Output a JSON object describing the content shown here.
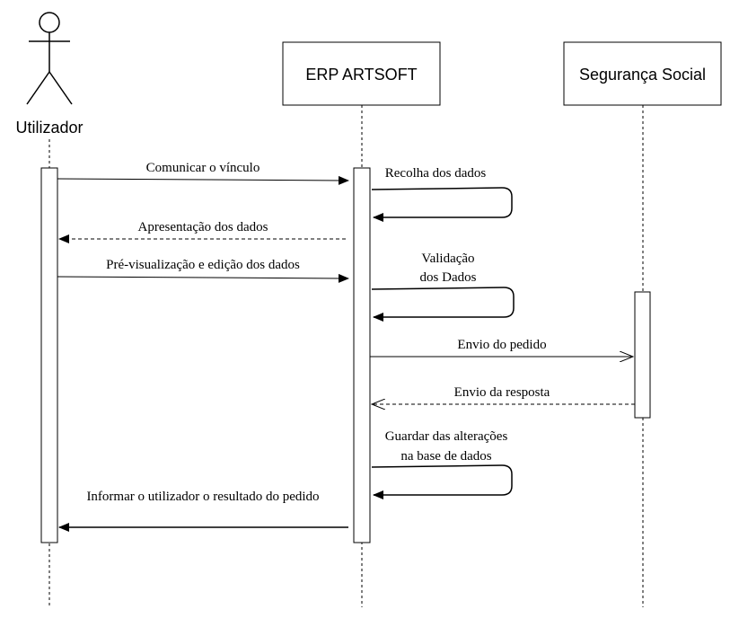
{
  "actor": {
    "name": "Utilizador"
  },
  "participants": {
    "erp": {
      "name": "ERP ARTSOFT"
    },
    "social": {
      "name": "Segurança Social"
    }
  },
  "messages": [
    {
      "id": "m1",
      "lines": [
        "Comunicar o vínculo"
      ],
      "from": "actor",
      "to": "erp",
      "style": "sync"
    },
    {
      "id": "m2",
      "lines": [
        "Recolha dos dados"
      ],
      "from": "erp",
      "to": "erp",
      "style": "self"
    },
    {
      "id": "m3",
      "lines": [
        "Apresentação dos dados"
      ],
      "from": "erp",
      "to": "actor",
      "style": "return"
    },
    {
      "id": "m4",
      "lines": [
        "Pré-visualização e edição dos dados"
      ],
      "from": "actor",
      "to": "erp",
      "style": "sync"
    },
    {
      "id": "m5",
      "lines": [
        "Validação",
        "dos Dados"
      ],
      "from": "erp",
      "to": "erp",
      "style": "self"
    },
    {
      "id": "m6",
      "lines": [
        "Envio do pedido"
      ],
      "from": "erp",
      "to": "social",
      "style": "async"
    },
    {
      "id": "m7",
      "lines": [
        "Envio da resposta"
      ],
      "from": "social",
      "to": "erp",
      "style": "return"
    },
    {
      "id": "m8",
      "lines": [
        "Guardar das alterações",
        "na base de dados"
      ],
      "from": "erp",
      "to": "erp",
      "style": "self"
    },
    {
      "id": "m9",
      "lines": [
        "Informar o utilizador o resultado do pedido"
      ],
      "from": "erp",
      "to": "actor",
      "style": "sync"
    }
  ]
}
